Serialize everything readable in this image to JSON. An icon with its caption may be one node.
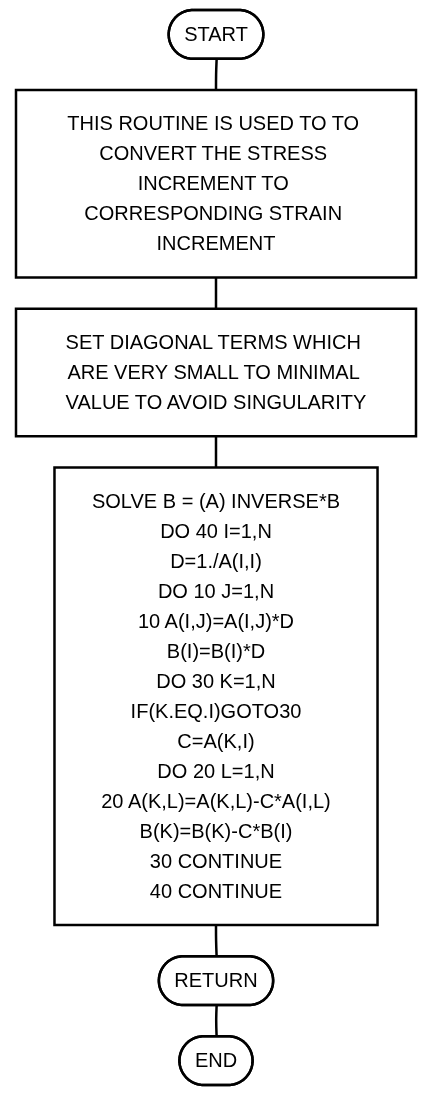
{
  "diagram": {
    "nodes": [
      {
        "text": [
          "START"
        ]
      },
      {
        "text": [
          "THIS ROUTINE IS USED TO TO CONVERT THE STRESS INCREMENT TO CORRESPONDING STRAIN INCREMENT"
        ]
      },
      {
        "text": [
          "SET DIAGONAL TERMS WHICH ARE VERY SMALL TO MINIMAL VALUE TO AVOID SINGULARITY"
        ]
      },
      {
        "text": [
          "SOLVE B = (A) INVERSE*B",
          "DO 40 I=1,N",
          "D=1./A(I,I)",
          "DO 10 J=1,N",
          "10 A(I,J)=A(I,J)*D",
          "B(I)=B(I)*D",
          "DO 30 K=1,N",
          "IF(K.EQ.I)GOTO30",
          "C=A(K,I)",
          "DO 20 L=1,N",
          "20 A(K,L)=A(K,L)-C*A(I,L)",
          "B(K)=B(K)-C*B(I)",
          "30 CONTINUE",
          "40 CONTINUE"
        ]
      },
      {
        "text": [
          "RETURN"
        ]
      },
      {
        "text": [
          "END"
        ]
      }
    ],
    "edges": [
      {
        "from": 0,
        "to": 1,
        "arrow": "none"
      },
      {
        "from": 1,
        "to": 2,
        "arrow": "none"
      },
      {
        "from": 2,
        "to": 3,
        "arrow": "none"
      },
      {
        "from": 3,
        "to": 4,
        "arrow": "none"
      },
      {
        "from": 4,
        "to": 5,
        "arrow": "none"
      }
    ]
  }
}
